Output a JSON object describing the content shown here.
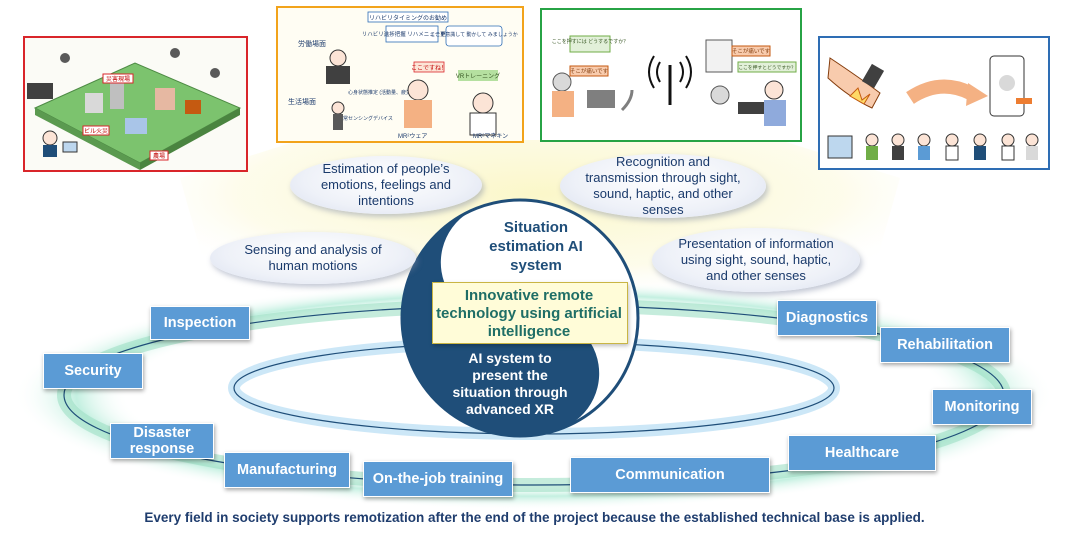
{
  "bubbles": {
    "emotions": "Estimation of people’s emotions, feelings and intentions",
    "recognition": "Recognition and transmission through sight, sound, haptic, and other senses",
    "sensing": "Sensing and analysis of human motions",
    "presentation": "Presentation of information using sight, sound, haptic, and other senses"
  },
  "center": {
    "top": "Situation estimation AI system",
    "middle": "Innovative remote technology using artificial intelligence",
    "bottom": "AI system to present the situation through advanced XR"
  },
  "fields": {
    "inspection": "Inspection",
    "security": "Security",
    "disaster": "Disaster response",
    "manufacturing": "Manufacturing",
    "ojt": "On-the-job training",
    "communication": "Communication",
    "healthcare": "Healthcare",
    "monitoring": "Monitoring",
    "rehabilitation": "Rehabilitation",
    "diagnostics": "Diagnostics"
  },
  "illustration_text": {
    "rehab_timing": "リハビリタイミングのお勧め",
    "rehab_menu": "リハビリ進捗把握\nリハメニュー更新設計",
    "labor": "労働場面",
    "life": "生活場面",
    "body_state": "心身状態推定\n(活動量、疲労、気分)",
    "sensing_device": "日常センシングデバイス",
    "mr_wear": "MR²ウェア",
    "mr_mannequin": "MR²マネキン",
    "vr_training": "VRトレーニング",
    "here_ok": "ここですね！",
    "here_move": "ここを意識して\n動かして\nみましょうか",
    "disaster_site": "災害現場",
    "building_fire": "ビル火災",
    "farm": "農場",
    "where_touch": "ここを押すには\nどうするですか？",
    "hurts_left": "そこが痛いです",
    "hurts_right": "そこが痛いです",
    "where_press": "ここを押すとどうですか？"
  },
  "caption": "Every field in society supports remotization after the end of the project because the established technical base is applied.",
  "colors": {
    "frame_red": "#d9252a",
    "frame_orange": "#f2a31b",
    "frame_green": "#27a345",
    "frame_blue": "#2e6db4",
    "field_blue": "#5b9bd5",
    "navy": "#1f4e79",
    "ring_green": "#a6e6c8"
  }
}
